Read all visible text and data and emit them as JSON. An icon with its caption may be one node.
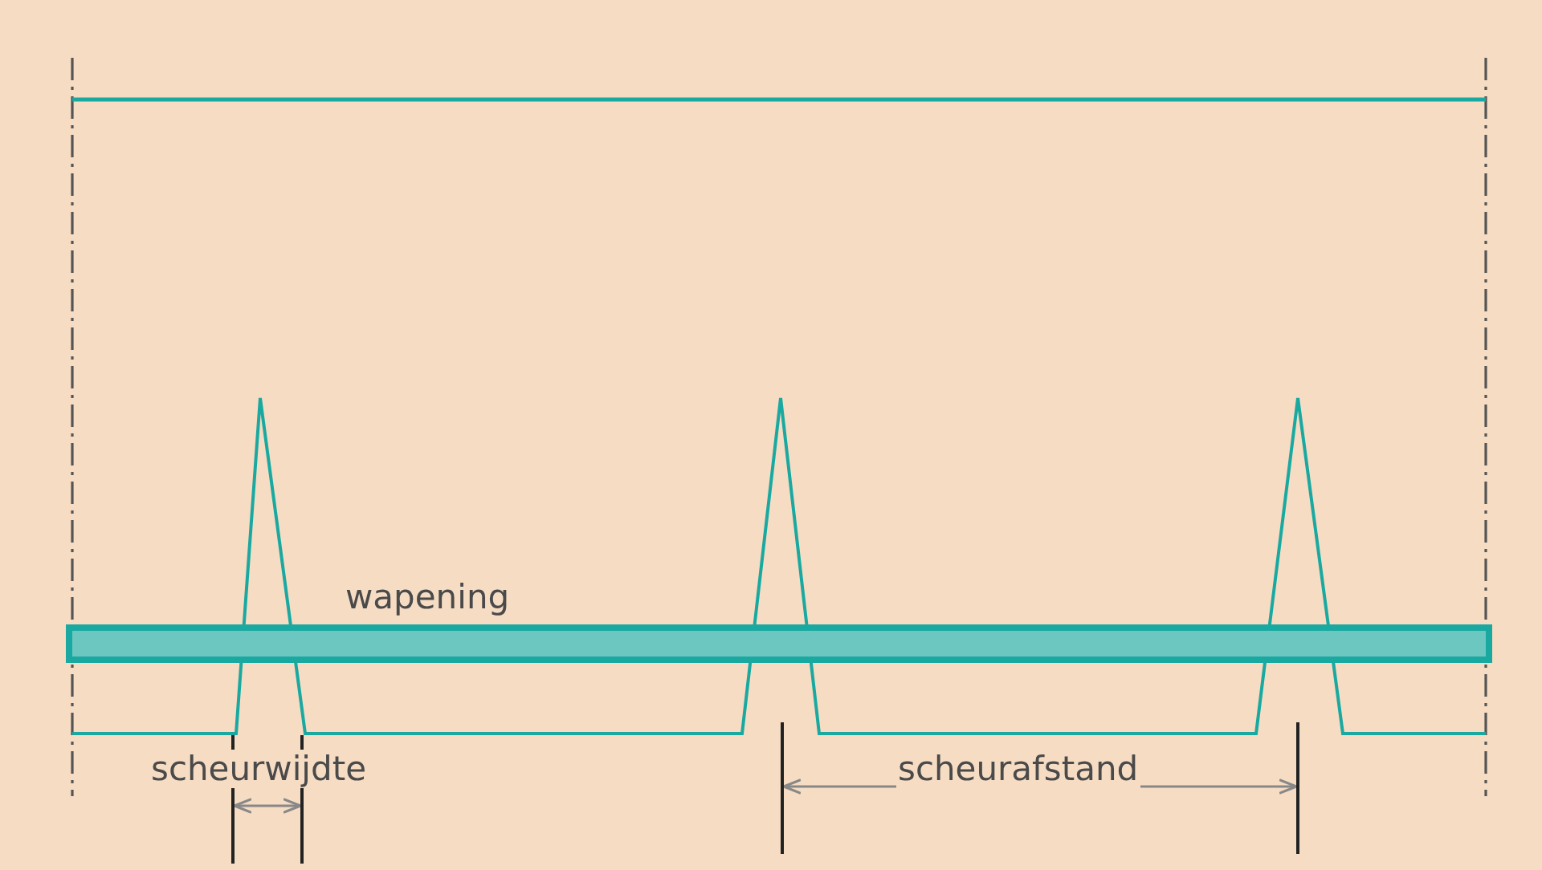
{
  "diagram": {
    "labels": [
      "wapening",
      "scheurwijdte",
      "scheurafstand"
    ]
  }
}
